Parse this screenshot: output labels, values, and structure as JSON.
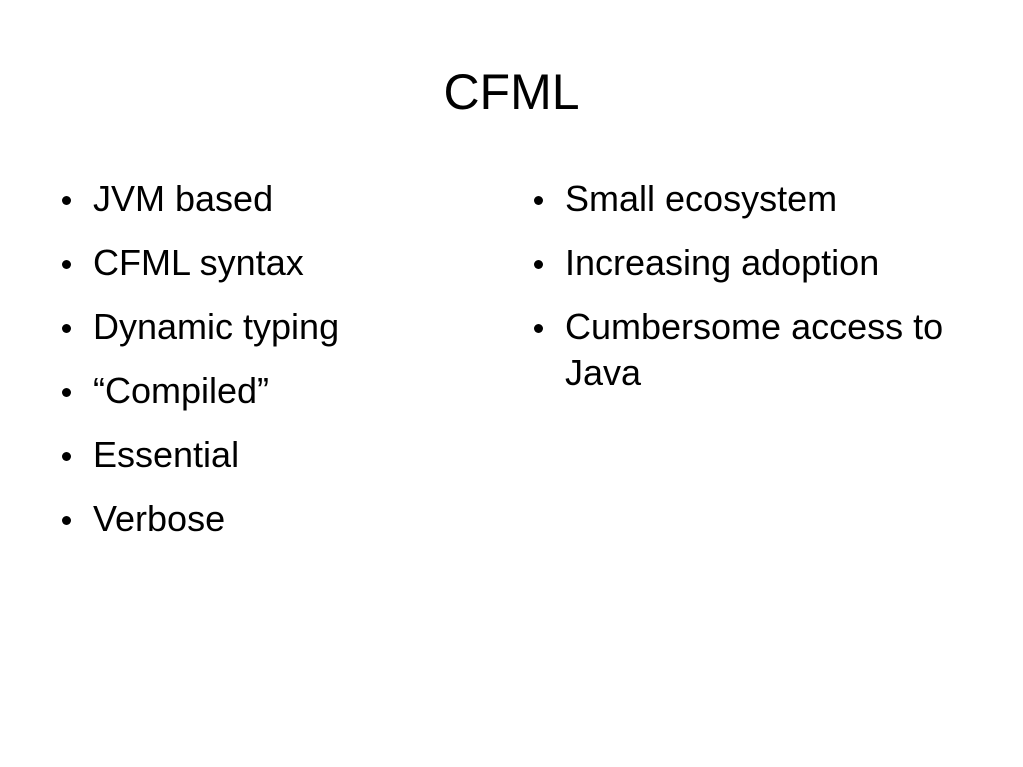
{
  "slide": {
    "title": "CFML",
    "left_bullets": [
      "JVM based",
      "CFML syntax",
      "Dynamic typing",
      "“Compiled”",
      "Essential",
      "Verbose"
    ],
    "right_bullets": [
      "Small ecosystem",
      "Increasing adoption",
      "Cumbersome access to Java"
    ],
    "bullet_icon": "filled-circle-icon"
  }
}
